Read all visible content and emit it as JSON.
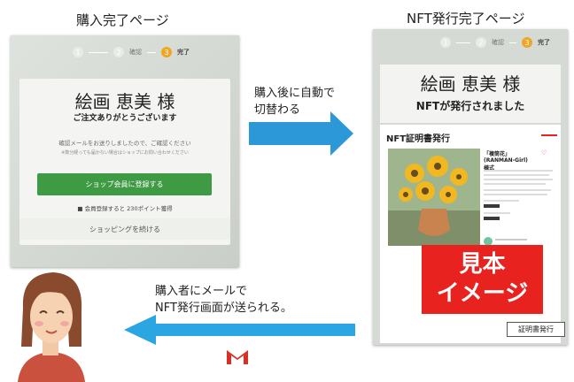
{
  "left": {
    "caption": "購入完了ページ",
    "steps": [
      {
        "num": "1",
        "label": ""
      },
      {
        "num": "2",
        "label": "確認"
      },
      {
        "num": "3",
        "label": "完了"
      }
    ],
    "customer_name": "絵画 恵美 様",
    "thanks": "ご注文ありがとうございます",
    "confirm_line1": "確認メールをお送りしましたので、ご確認ください",
    "confirm_line2": "※数分経っても届かない場合はショップにお問い合わせください",
    "register_button": "ショップ会員に登録する",
    "points_note": "会員登録すると 230ポイント獲得",
    "continue_button": "ショッピングを続ける"
  },
  "right": {
    "caption": "NFT発行完了ページ",
    "steps": [
      {
        "num": "1",
        "label": ""
      },
      {
        "num": "2",
        "label": "確認"
      },
      {
        "num": "3",
        "label": "完了"
      }
    ],
    "customer_name": "絵画 恵美 様",
    "issued": "NFTが発行されました",
    "cert_title": "NFT証明書発行",
    "nft_title": "「複筒花」(RANMAN-Girl)",
    "nft_title2": "様式",
    "sample_line1": "見本",
    "sample_line2": "イメージ",
    "cert_button": "証明書発行"
  },
  "arrow_top_text": [
    "購入後に自動で",
    "切替わる"
  ],
  "arrow_bottom_text": [
    "購入者にメールで",
    "NFT発行画面が送られる。"
  ],
  "colors": {
    "arrow": "#2c98d8",
    "green_button": "#3f9a44",
    "step_active": "#f0a623",
    "sample_red": "#e8231f",
    "gmail_red": "#d93025"
  }
}
